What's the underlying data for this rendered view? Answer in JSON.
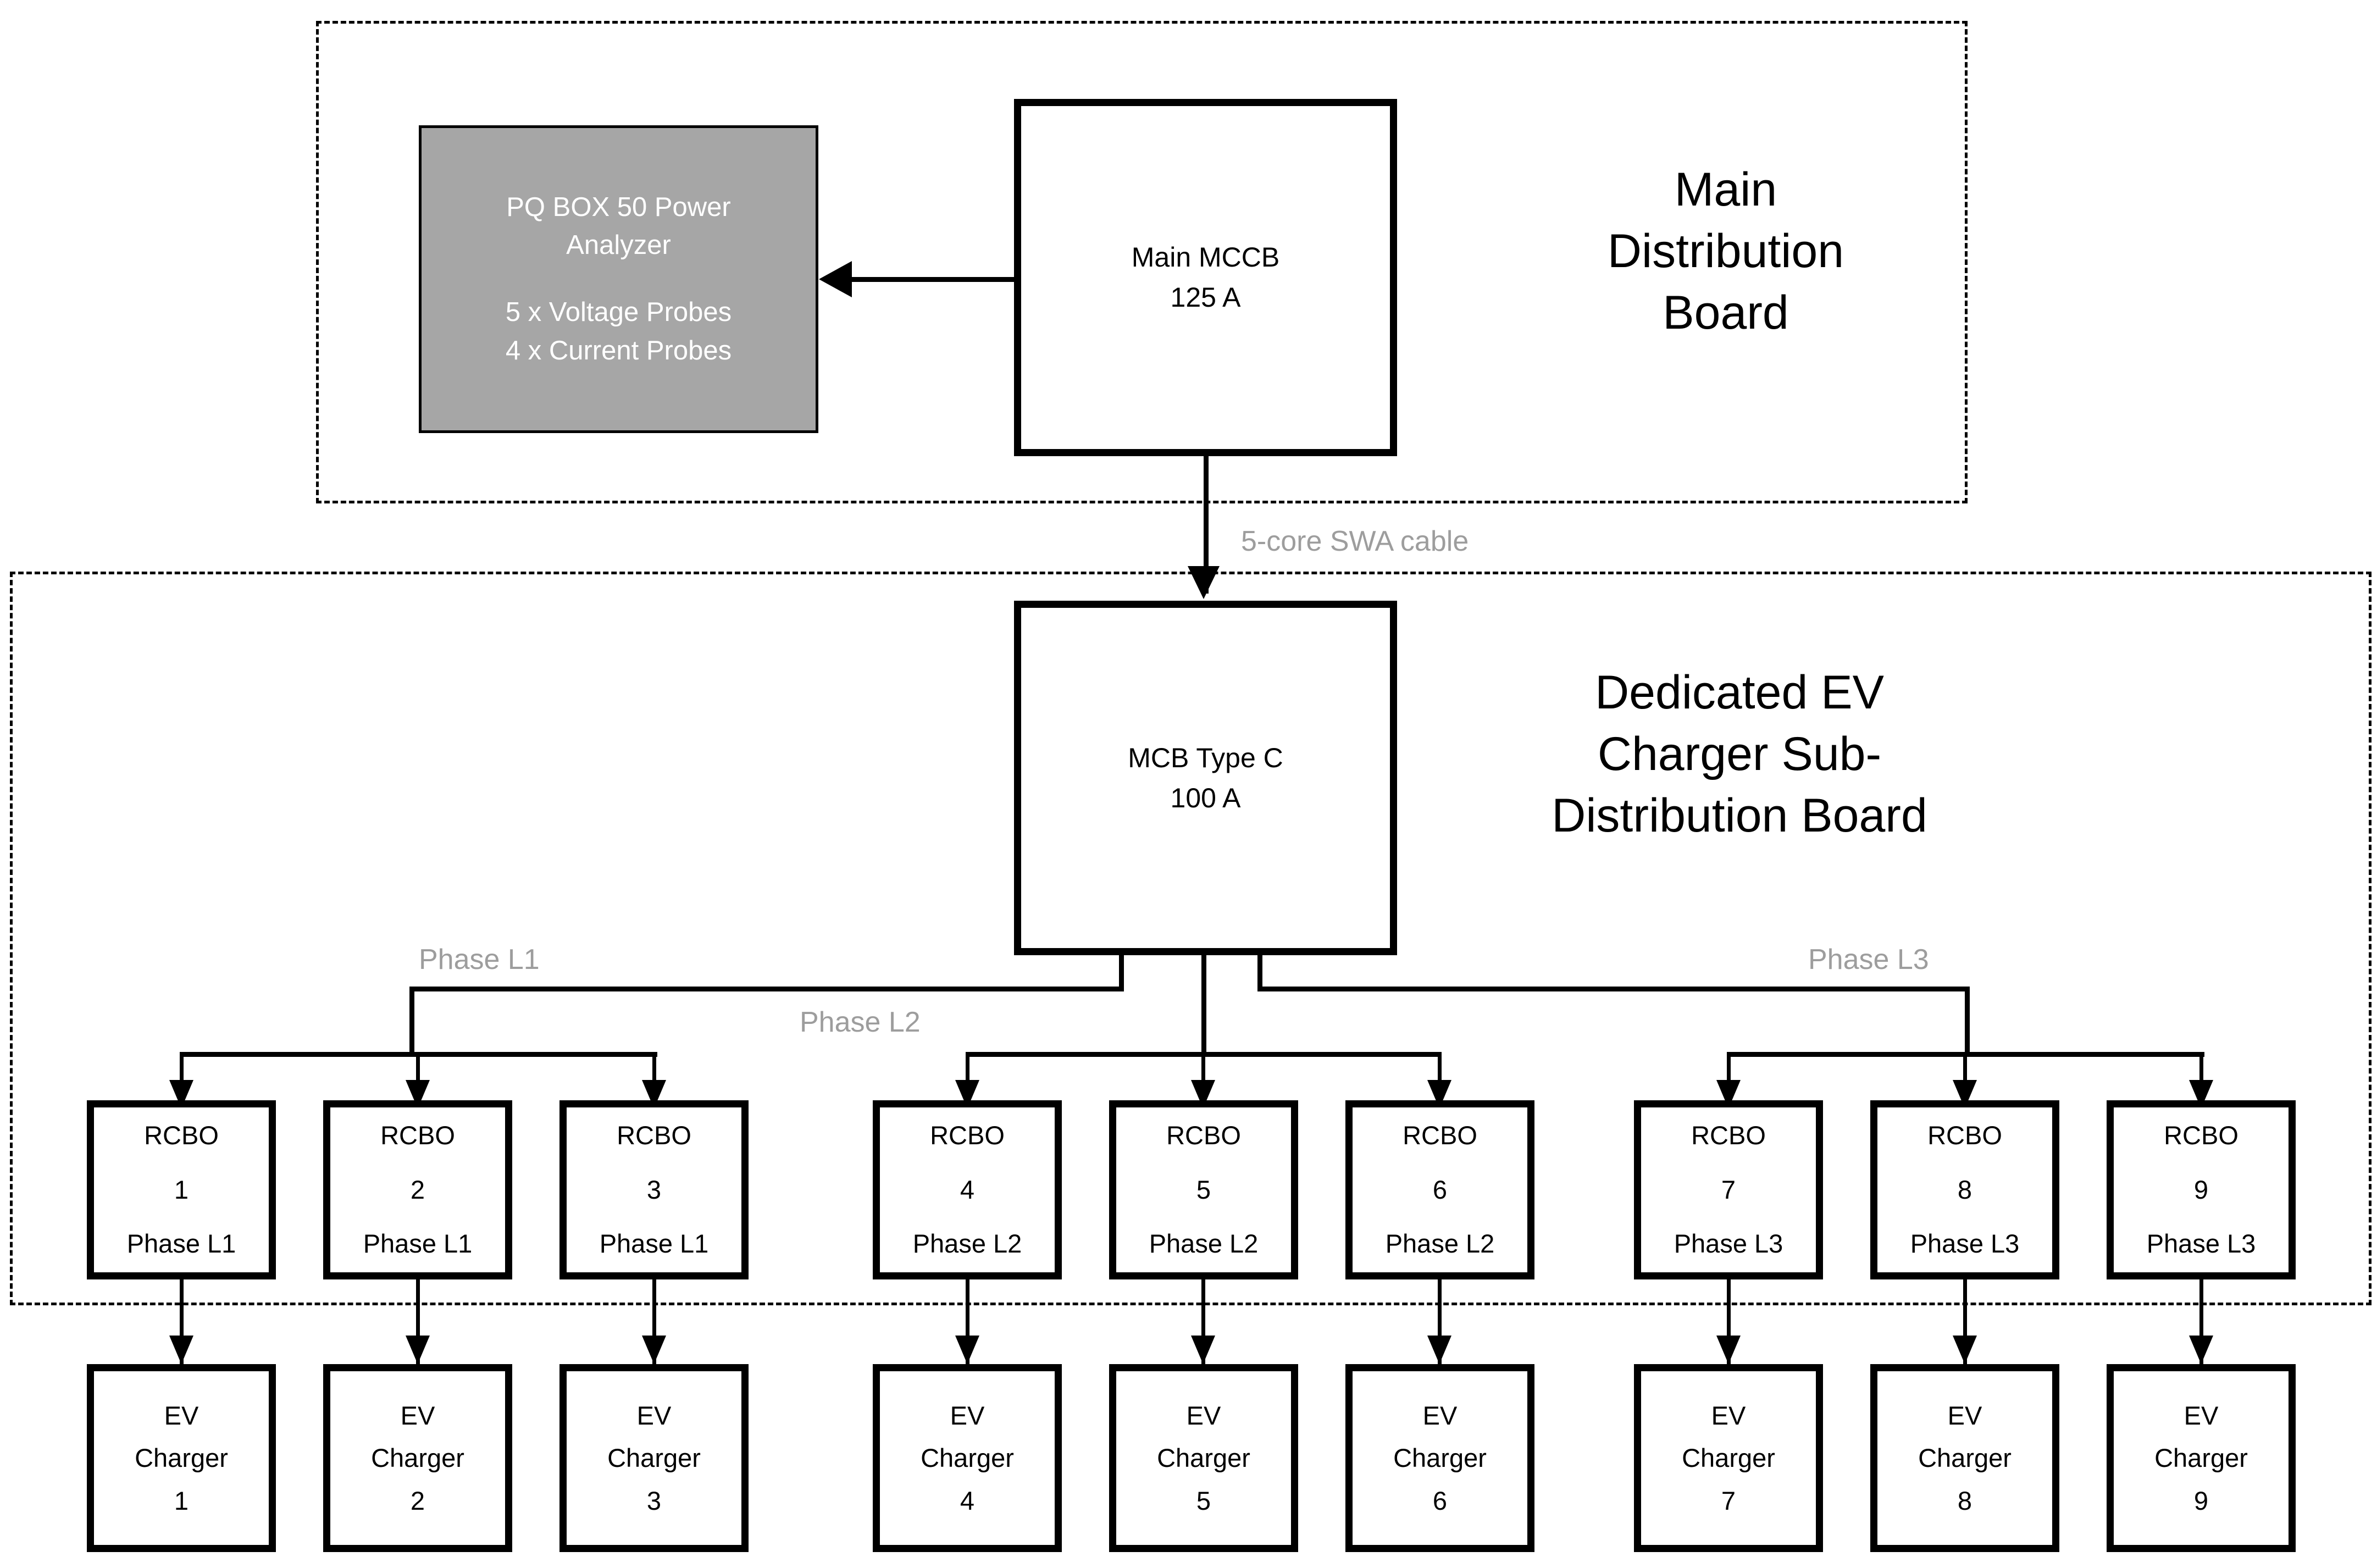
{
  "diagram": {
    "title": "EV charger electrical distribution single-line diagram",
    "colors": {
      "line": "#000000",
      "phase_label": "#9d9d9d",
      "analyzer_fill": "#a6a6a6",
      "board_border": "#000000",
      "background": "#ffffff"
    }
  },
  "boards": [
    {
      "id": "main-distribution-board",
      "title_lines": [
        "Main",
        "Distribution",
        "Board"
      ]
    },
    {
      "id": "ev-sub-distribution-board",
      "title_lines": [
        "Dedicated EV",
        "Charger Sub-",
        "Distribution Board"
      ]
    }
  ],
  "analyzer": {
    "name": "PQ BOX 50 Power Analyzer",
    "lines_top": [
      "PQ BOX 50 Power",
      "Analyzer"
    ],
    "lines_bottom": [
      "5 x Voltage Probes",
      "4 x Current Probes"
    ]
  },
  "breakers": {
    "main": {
      "lines": [
        "Main MCCB",
        "125 A"
      ],
      "label": "Main MCCB",
      "rating": "125 A"
    },
    "sub": {
      "lines": [
        "MCB Type C",
        "100 A"
      ],
      "label": "MCB Type C",
      "rating": "100 A"
    }
  },
  "cable_label": "5-core SWA cable",
  "phase_labels": [
    {
      "id": "phase-l1",
      "text": "Phase L1"
    },
    {
      "id": "phase-l2",
      "text": "Phase L2"
    },
    {
      "id": "phase-l3",
      "text": "Phase L3"
    }
  ],
  "rcbos": [
    {
      "title": "RCBO",
      "number": "1",
      "phase": "Phase L1"
    },
    {
      "title": "RCBO",
      "number": "2",
      "phase": "Phase L1"
    },
    {
      "title": "RCBO",
      "number": "3",
      "phase": "Phase L1"
    },
    {
      "title": "RCBO",
      "number": "4",
      "phase": "Phase L2"
    },
    {
      "title": "RCBO",
      "number": "5",
      "phase": "Phase L2"
    },
    {
      "title": "RCBO",
      "number": "6",
      "phase": "Phase L2"
    },
    {
      "title": "RCBO",
      "number": "7",
      "phase": "Phase L3"
    },
    {
      "title": "RCBO",
      "number": "8",
      "phase": "Phase L3"
    },
    {
      "title": "RCBO",
      "number": "9",
      "phase": "Phase L3"
    }
  ],
  "chargers": [
    {
      "line1": "EV",
      "line2": "Charger",
      "number": "1"
    },
    {
      "line1": "EV",
      "line2": "Charger",
      "number": "2"
    },
    {
      "line1": "EV",
      "line2": "Charger",
      "number": "3"
    },
    {
      "line1": "EV",
      "line2": "Charger",
      "number": "4"
    },
    {
      "line1": "EV",
      "line2": "Charger",
      "number": "5"
    },
    {
      "line1": "EV",
      "line2": "Charger",
      "number": "6"
    },
    {
      "line1": "EV",
      "line2": "Charger",
      "number": "7"
    },
    {
      "line1": "EV",
      "line2": "Charger",
      "number": "8"
    },
    {
      "line1": "EV",
      "line2": "Charger",
      "number": "9"
    }
  ]
}
